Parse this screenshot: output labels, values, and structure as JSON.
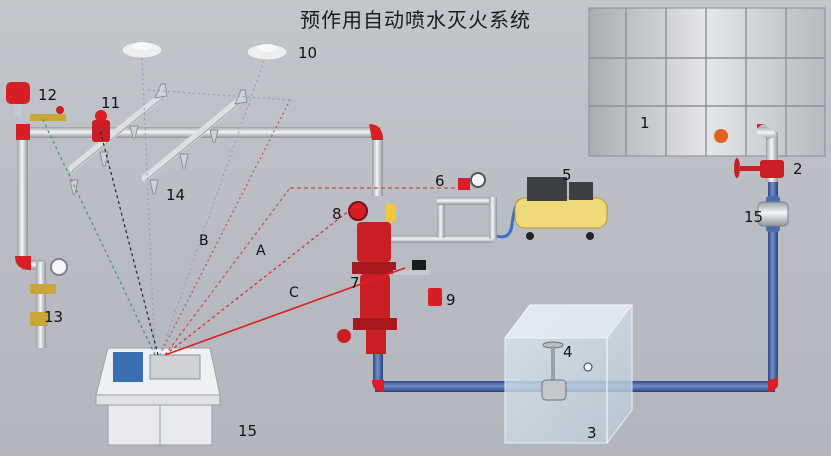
{
  "title": "预作用自动喷水灭火系统",
  "numbers": {
    "n1": "1",
    "n2": "2",
    "n3": "3",
    "n4": "4",
    "n5": "5",
    "n6": "6",
    "n7": "7",
    "n8": "8",
    "n9": "9",
    "n10": "10",
    "n11": "11",
    "n12": "12",
    "n13": "13",
    "n14": "14",
    "n15_valve": "15",
    "n15_panel": "15"
  },
  "line_labels": {
    "a": "A",
    "b": "B",
    "c": "C"
  },
  "colors": {
    "pipe_silver": "#e9ecef",
    "pipe_blue": "#3a5fa0",
    "elbow_red": "#d81f26",
    "signal_red": "#e02020",
    "valve_red": "#c81e24"
  }
}
